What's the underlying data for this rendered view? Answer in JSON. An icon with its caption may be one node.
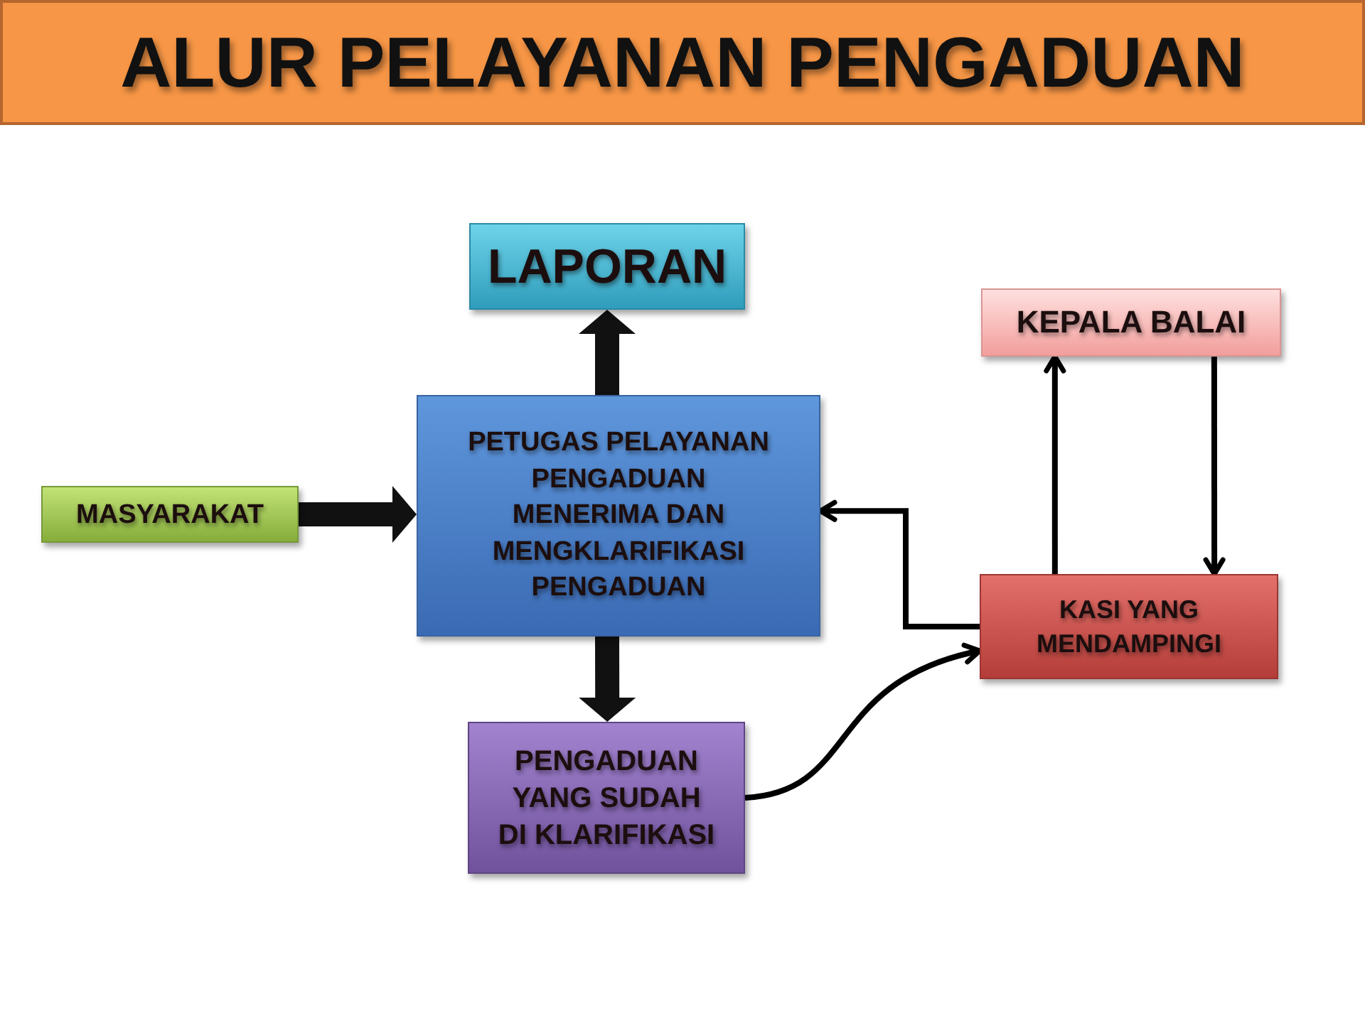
{
  "diagram": {
    "title": "ALUR PELAYANAN PENGADUAN",
    "nodes": [
      {
        "text": [
          "LAPORAN"
        ]
      },
      {
        "text": [
          "KEPALA BALAI"
        ]
      },
      {
        "text": [
          "MASYARAKAT"
        ]
      },
      {
        "text": [
          "PETUGAS PELAYANAN PENGADUAN MENERIMA DAN MENGKLARIFIKASI PENGADUAN"
        ]
      },
      {
        "text": [
          "KASI YANG MENDAMPINGI"
        ]
      },
      {
        "text": [
          "PENGADUAN YANG SUDAH DI KLARIFIKASI"
        ]
      }
    ],
    "edges": [
      {
        "from": 2,
        "to": 3,
        "arrow": "to",
        "style": "thick"
      },
      {
        "from": 3,
        "to": 0,
        "arrow": "to",
        "style": "thick"
      },
      {
        "from": 3,
        "to": 5,
        "arrow": "to",
        "style": "thick"
      },
      {
        "from": 5,
        "to": 4,
        "arrow": "to"
      },
      {
        "from": 4,
        "to": 3,
        "arrow": "to"
      },
      {
        "from": 4,
        "to": 1,
        "arrow": "to"
      },
      {
        "from": 1,
        "to": 4,
        "arrow": "to"
      }
    ]
  }
}
